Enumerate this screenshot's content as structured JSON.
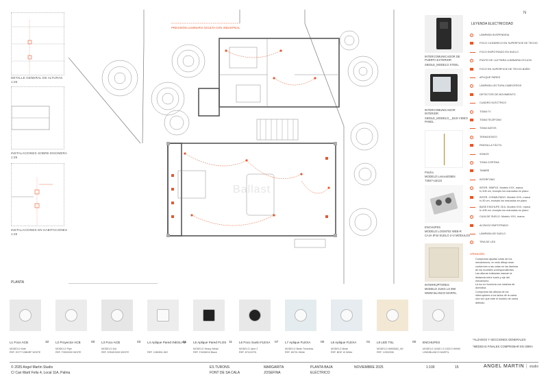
{
  "details": {
    "d1_label": "DETALLE GENERAL DE ALTURAS",
    "d1_scale": "1:25",
    "d2_label": "INSTALACIONES SOBRE ENCIMERA",
    "d2_scale": "1:25",
    "d3_label": "INSTALACIONES EN HABITACIONES",
    "d3_scale": "1:25"
  },
  "plan": {
    "section_label": "PLANTA",
    "note_top": "PREVISIÓN LUMINARIA OCULTA CON INDUSTRIAL",
    "watermark": "Ballast"
  },
  "products": [
    {
      "label": "L1 Foco ACB",
      "num": "32",
      "ref1": "MODELO Kide",
      "ref2": "REF. E3777-BBNRF WHITE"
    },
    {
      "label": "L2 Proyector ACB",
      "num": "00",
      "ref1": "MODELO Pipe",
      "ref2": "REF. F3900000 WHITE"
    },
    {
      "label": "L3 Foco ACB",
      "num": "03",
      "ref1": "MODELO Dot",
      "ref2": "REF. E394K9000 WHITE"
    },
    {
      "label": "L4 Aplique Pared INESLAM",
      "num": "01",
      "ref1": "",
      "ref2": "REF. 1080501-WH"
    },
    {
      "label": "L5 Aplique Pared FLOS",
      "num": "11",
      "ref1": "MODELO Heavy Metal",
      "ref2": "REF. F4008010 Black"
    },
    {
      "label": "L6 Foco Suelo FLEXA",
      "num": "07",
      "ref1": "MODELO Jane 2",
      "ref2": "REF. 8711027N"
    },
    {
      "label": "L7 Aplique FLEXA",
      "num": "00",
      "ref1": "MODELO Bede Trimeless",
      "ref2": "REF. 80701 White"
    },
    {
      "label": "L8 Aplique FLEXA",
      "num": "01",
      "ref1": "MODELO Bede",
      "ref2": "REF. BDE 10 White"
    },
    {
      "label": "L9 LED TSL",
      "num": "00",
      "ref1": "MODELO HM05062_WI",
      "ref2": "REF. 12502006"
    },
    {
      "label": "ENCHUFES",
      "num": "",
      "ref1": "MODELO JUNG LS 1520.0 WWW",
      "ref2": "LIWWBLANCO MARFIL"
    }
  ],
  "intercom": {
    "title1": "INTERCOMUNICADOR DE PUERTA EXTERIOR",
    "model1": "SIEDLE_MODELO STEEL",
    "title2": "INTERCOMUNICADOR INTERIOR",
    "model2": "SIEDLE_MODELO__BUS VIDEO PANEL",
    "switch_title": "Pincho",
    "switch_model": "MODELO Lenovo03604",
    "switch_ref": "72847-LB122",
    "enchufes_title": "ENCHUFES",
    "enchufes_model": "MODELO LOGI8702 WEB-R",
    "enchufes_sub": "CAJA IP44 SUELO 2+2 MÓDULOS",
    "interr_title": "INTERRUPTORES",
    "interr_model": "MODELO JUNG LS 990",
    "interr_sub": "WWW BLANCO MARFIL"
  },
  "legend": {
    "title": "LEYENDA ELECTRICIDAD",
    "items": [
      "LÁMPARA SUSPENDIDA",
      "FOCO CILÍNDRICO EN SUPERFICIE DE TECHO",
      "FOCO EMPOTRADO EN SUELO",
      "PUNTO DE LUZ PARA LUMINARIA OCULTA",
      "FOCO EN SUPERFICIE DE TECHO BAÑO",
      "APLIQUE PARED",
      "LÁMPARA LECTURA CABECEROS",
      "DETECTOR DE MOVIMIENTO",
      "CUADRO ELÉCTRICO",
      "TOMA TV",
      "TOMA TELÉFONO",
      "TOMA DATOS",
      "TERMOSTATO",
      "PANTALLA TÁCTIL",
      "SONOS",
      "TOMA CORTINA",
      "TIMBRE",
      "INTERFONO",
      "INTER. SIMPLE. Modelo XXX, marca",
      "INTER. CONMUTADO. Modelo XXX, marca",
      "BASE ENCHUFE 25 A. Modelo XXX, marca",
      "CAJA DE SUELO. Modelo XXX, marca",
      "ALTAVOZ EMPOTRADO",
      "LÁMPARA DE SUELO",
      "TIRA DE LED"
    ],
    "sub1": "h=105 cm, excepto los marcados en plano",
    "sub2": "h=30 cm, excepto los marcados en plano",
    "attention_title": "ATENCIÓN",
    "attention": [
      "Comprobar ajustas cotas de los",
      "mecanismos, en esto dibujo sean",
      "conformes a las cotas en las láminas",
      "de los muebles correspondientes.",
      "Las alturas indicadas marcan la",
      "distancia entre suelo y eje del",
      "mecanismo.",
      "La luz no funciona con sistema de",
      "domótica.",
      "Comprobar las alturas de los",
      "interruptores a los lados de la cama",
      "una vez que esté el modelo de cama",
      "definido"
    ],
    "note1": "*ALZADOS Y SECCIONES GENERALES",
    "note2": "*MEDIDAS FINALES COMPROBAR EN OBRA"
  },
  "footer": {
    "copyright": "© 2025  Angel Martín  Studio",
    "address": "C/ Can Martí Feliu 4, Local 11A, Palma",
    "project1": "ES TURONS",
    "project2": "FONT DE SA CALA",
    "client1": "MARGARITA",
    "client2": "JOSEFINA",
    "sheet1": "PLANTA BAJA",
    "sheet2": "ELÉCTRICO",
    "date": "NOVIEMBRE 2025",
    "scale": "1:100",
    "number": "15",
    "brand": "ANGEL MARTIN",
    "brand_sub": "studio"
  },
  "colors": {
    "accent": "#e8562a",
    "line": "#555555",
    "tree": "#8a8a8a"
  }
}
